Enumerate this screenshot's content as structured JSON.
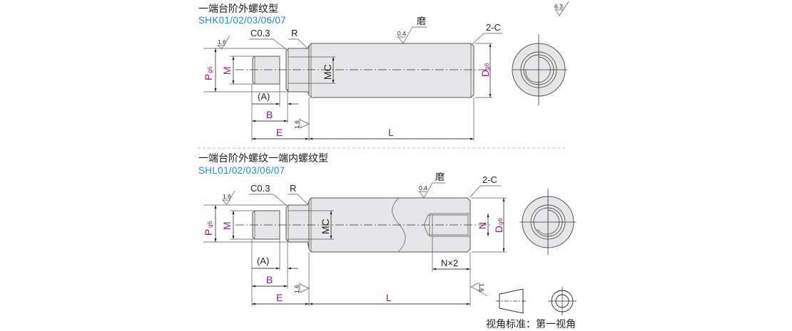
{
  "drawing": {
    "global_roughness": "6.3",
    "section_top": {
      "title": "一端台阶外螺纹型",
      "model": "SHK01/02/03/06/07",
      "labels": {
        "chamfer": "C0.3",
        "radius": "R",
        "grind": "磨",
        "grind_roughness": "0.4",
        "end_chamfer": "2-C",
        "roughness_left": "1.6",
        "roughness_shoulder": "1.6",
        "dim_P": "P",
        "dim_P_sub": "g6",
        "dim_M": "M",
        "dim_MC": "MC",
        "dim_D": "D",
        "dim_D_sub": "g6",
        "dim_A": "(A)",
        "dim_B": "B",
        "dim_E": "E",
        "dim_L": "L"
      }
    },
    "section_bottom": {
      "title": "一端台阶外螺纹一端内螺纹型",
      "model": "SHL01/02/03/06/07",
      "labels": {
        "chamfer": "C0.3",
        "radius": "R",
        "grind": "磨",
        "grind_roughness": "0.4",
        "end_chamfer": "2-C",
        "roughness_left": "1.6",
        "roughness_shoulder": "1.6",
        "roughness_right": "1.6",
        "dim_P": "P",
        "dim_P_sub": "g6",
        "dim_M": "M",
        "dim_MC": "MC",
        "dim_N": "N",
        "dim_D": "D",
        "dim_D_sub": "g6",
        "dim_A": "(A)",
        "dim_B": "B",
        "dim_E": "E",
        "dim_L": "L",
        "dim_N2": "N×2"
      }
    },
    "projection_note": "视角标准：第一视角"
  }
}
